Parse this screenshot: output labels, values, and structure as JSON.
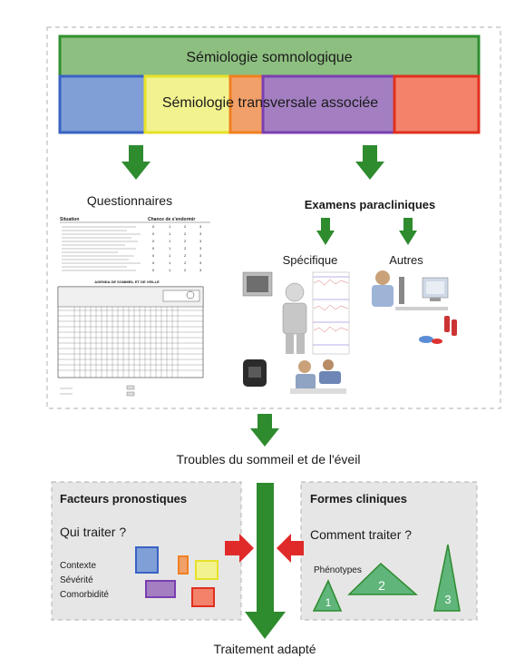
{
  "top_box": {
    "header": "Sémiologie somnologique",
    "subheader": "Sémiologie transversale associée"
  },
  "questionnaires": {
    "title": "Questionnaires",
    "epworth_header_situation": "Situation",
    "epworth_header_chance": "Chance de s'endormir",
    "agenda_title": "AGENDA DE SOMMEIL ET DE VEILLE"
  },
  "examens": {
    "title": "Examens paracliniques",
    "specifique": "Spécifique",
    "autres": "Autres"
  },
  "troubles": "Troubles du sommeil et de l'éveil",
  "facteurs": {
    "title": "Facteurs pronostiques",
    "question": "Qui traiter ?",
    "items": [
      "Contexte",
      "Sévérité",
      "Comorbidité"
    ]
  },
  "formes": {
    "title": "Formes cliniques",
    "question": "Comment traiter ?",
    "phenotypes": "Phénotypes",
    "numbers": [
      "1",
      "2",
      "3"
    ]
  },
  "traitement": "Traitement adapté",
  "colors": {
    "green": "#2e8b2e",
    "header_green": "#8dbf80",
    "blue": "#7f9fd6",
    "yellow": "#f2f28f",
    "orange": "#f2a06a",
    "purple": "#a37fc2",
    "red_orange": "#f2826a",
    "gray_panel": "#e6e6e6",
    "red_arrow": "#e02a2a"
  }
}
